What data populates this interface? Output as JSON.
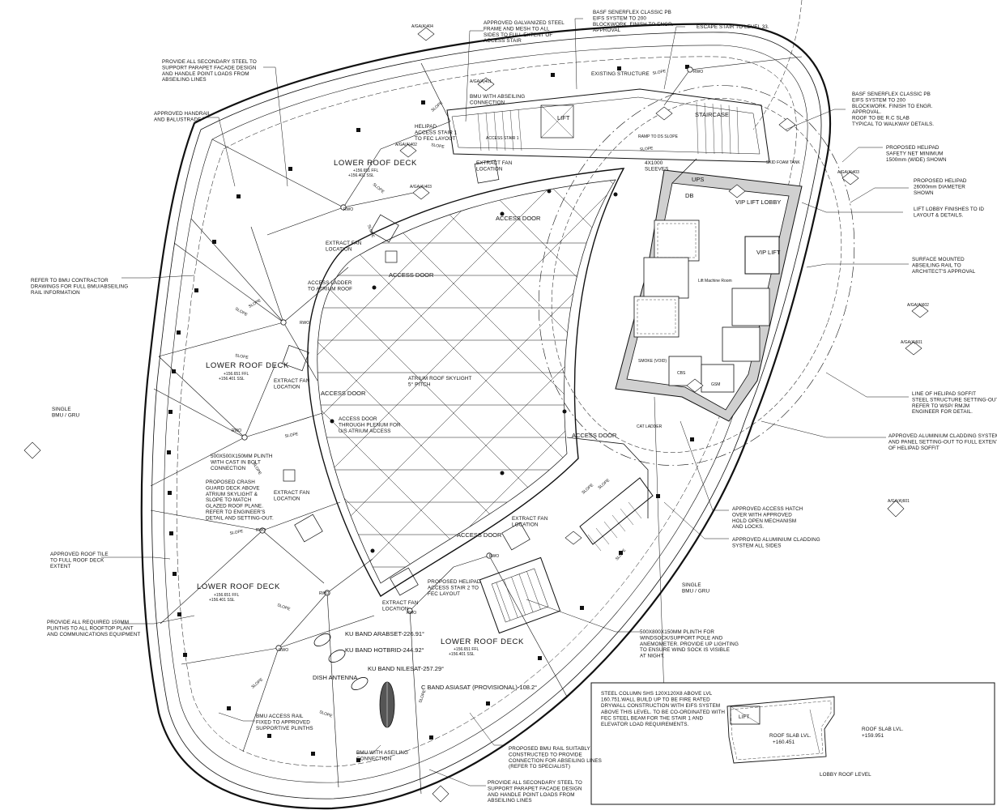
{
  "notes_left": [
    {
      "lines": [
        "PROVIDE ALL SECONDARY STEEL TO",
        "SUPPORT PARAPET FACADE DESIGN",
        "AND HANDLE POINT LOADS FROM",
        "ABSEILING LINES"
      ]
    },
    {
      "lines": [
        "APPROVED HANDRAIL",
        "AND BALUSTRADE"
      ]
    },
    {
      "lines": [
        "REFER TO BMU CONTRACTOR",
        "DRAWINGS FOR FULL BMU/ABSEILING",
        "RAIL INFORMATION"
      ]
    },
    {
      "lines": [
        "SINGLE",
        "BMU / GRU"
      ]
    },
    {
      "lines": [
        "APPROVED ROOF TILE",
        "TO FULL ROOF DECK",
        "EXTENT"
      ]
    },
    {
      "lines": [
        "PROVIDE ALL REQUIRED 150MM",
        "PLINTHS TO ALL ROOFTOP PLANT",
        "AND COMMUNICATIONS EQUIPMENT"
      ]
    }
  ],
  "notes_top": [
    {
      "lines": [
        "APPROVED GALVANIZED STEEL",
        "FRAME AND MESH TO ALL",
        "SIDES TO FULL EXTENT OF",
        "ACCESS STAIR"
      ]
    },
    {
      "lines": [
        "BASF SENERFLEX CLASSIC PB",
        "EIFS SYSTEM TO 200",
        "BLOCKWORK. FINISH TO ENGR.",
        "APPROVAL"
      ]
    },
    {
      "lines": [
        "ESCAPE STAIR TO LEVEL 33."
      ]
    }
  ],
  "notes_right": [
    {
      "lines": [
        "BASF SENERFLEX CLASSIC PB",
        "EIFS SYSTEM TO 200",
        "BLOCKWORK. FINISH TO ENGR.",
        "APPROVAL.",
        "ROOF TO BE R.C SLAB",
        "TYPICAL TO WALKWAY DETAILS."
      ]
    },
    {
      "lines": [
        "PROPOSED HELIPAD",
        "SAFETY NET MINIMUM",
        "1500mm (WIDE) SHOWN"
      ]
    },
    {
      "lines": [
        "PROPOSED HELIPAD",
        "26000mm DIAMETER",
        "SHOWN"
      ]
    },
    {
      "lines": [
        "LIFT LOBBY FINISHES TO ID",
        "LAYOUT & DETAILS."
      ]
    },
    {
      "lines": [
        "SURFACE MOUNTED",
        "ABSEILING RAIL TO",
        "ARCHITECT'S APPROVAL"
      ]
    },
    {
      "lines": [
        "LINE OF HELIPAD SOFFIT",
        "STEEL STRUCTURE SETTING-OUT.",
        "REFER TO WSP/ RMJM",
        "ENGINEER FOR DETAIL."
      ]
    },
    {
      "lines": [
        "APPROVED ALUMINIUM CLADDING SYSTEM",
        "AND PANEL SETTING-OUT TO FULL EXTENT",
        "OF HELIPAD SOFFIT"
      ]
    },
    {
      "lines": [
        "APPROVED ACCESS HATCH",
        "OVER WITH APPROVED",
        "HOLD OPEN MECHANISM",
        "AND LOCKS."
      ]
    },
    {
      "lines": [
        "APPROVED ALUMINIUM CLADDING",
        "SYSTEM ALL SIDES"
      ]
    },
    {
      "lines": [
        "SINGLE",
        "BMU / GRU"
      ]
    },
    {
      "lines": [
        "500X800X150MM PLINTH FOR",
        "WINDSOCK/SUPPORT POLE AND",
        "ANEMOMETER. PROVIDE UP LIGHTING",
        "TO ENSURE WIND SOCK IS VISIBLE",
        "AT NIGHT."
      ]
    }
  ],
  "notes_bottom": [
    {
      "lines": [
        "BMU ACCESS RAIL",
        "FIXED TO APPROVED",
        "SUPPORTIVE PLINTHS"
      ]
    },
    {
      "lines": [
        "BMU WITH ASEILING",
        "CONNECTION"
      ]
    },
    {
      "lines": [
        "PROPOSED BMU RAIL SUITABLY",
        "CONSTRUCTED TO PROVIDE",
        "CONNECTION FOR ABSEILING LINES",
        "(REFER TO SPECIALIST)"
      ]
    },
    {
      "lines": [
        "PROVIDE ALL SECONDARY STEEL TO",
        "SUPPORT PARAPET FACADE DESIGN",
        "AND HANDLE POINT LOADS FROM",
        "ABSEILING LINES"
      ]
    }
  ],
  "inner_notes": [
    {
      "lines": [
        "BMU WITH ABSEILING",
        "CONNECTION"
      ]
    },
    {
      "lines": [
        "HELIPAD",
        "ACCESS STAIR 1",
        "TO FEC LAYOUT"
      ]
    },
    {
      "lines": [
        "EXISTING STRUCTURE"
      ]
    },
    {
      "lines": [
        "EXTRACT FAN",
        "LOCATION"
      ]
    },
    {
      "lines": [
        "ACCESS LADDER",
        "TO ATRIUM ROOF"
      ]
    },
    {
      "lines": [
        "EXTRACT FAN",
        "LOCATION"
      ]
    },
    {
      "lines": [
        "EXTRACT FAN",
        "LOCATION"
      ]
    },
    {
      "lines": [
        "500X500X150MM PLINTH",
        "WITH CAST IN BOLT",
        "CONNECTION"
      ]
    },
    {
      "lines": [
        "PROPOSED CRASH",
        "GUARD DECK ABOVE",
        "ATRIUM SKYLIGHT &",
        "SLOPE TO MATCH",
        "GLAZED ROOF PLANE.",
        "REFER TO ENGINEER'S",
        "DETAIL AND SETTING-OUT."
      ]
    },
    {
      "lines": [
        "EXTRACT FAN",
        "LOCATION"
      ]
    },
    {
      "lines": [
        "EXTRACT FAN",
        "LOCATION"
      ]
    },
    {
      "lines": [
        "EXTRACT FAN",
        "LOCATION"
      ]
    },
    {
      "lines": [
        "PROPOSED HELIPAD",
        "ACCESS STAIR 2 TO",
        "FEC LAYOUT"
      ]
    },
    {
      "lines": [
        "ACCESS DOOR",
        "THROUGH PLENUM FOR",
        "U/S ATRIUM ACCESS"
      ]
    },
    {
      "lines": [
        "ATRIUM ROOF SKYLIGHT",
        "5° PITCH"
      ]
    },
    {
      "lines": [
        "4X1000",
        "SLEEVES"
      ]
    }
  ],
  "deck_labels": [
    "LOWER ROOF DECK",
    "LOWER ROOF DECK",
    "LOWER ROOF DECK",
    "LOWER ROOF DECK"
  ],
  "levels": [
    {
      "ffl": "+156.651 FFL",
      "ssl": "+156.401 SSL"
    },
    {
      "ffl": "+156.651 FFL",
      "ssl": "+156.401 SSL"
    },
    {
      "ffl": "+156.651 FFL",
      "ssl": "+156.401 SSL"
    },
    {
      "ffl": "+156.651 FFL",
      "ssl": "+156.401 SSL"
    }
  ],
  "door_labels": [
    "ACCESS DOOR",
    "ACCESS DOOR",
    "ACCESS DOOR",
    "ACCESS DOOR",
    "ACCESS DOOR"
  ],
  "rwo_label": "RWO",
  "slope_label": "SLOPE",
  "rooms": [
    "UPS",
    "DB",
    "VIP LIFT LOBBY",
    "VIP LIFT",
    "Lift Machine Room",
    "SMOKE (VOID)",
    "CBS",
    "GSM",
    "CAT LADDER",
    "SKID FOAM TANK",
    "STAIRCASE",
    "LIFT",
    "ACCESS STAIR 1",
    "RAMP TO DS SLOPE"
  ],
  "dishes": [
    "KU BAND ARABSET-226.91°",
    "KU BAND HOTBRID-244.92°",
    "KU BAND NILESAT-257.29°",
    "C BAND ASIASAT (PROVISIONAL)-108.2°",
    "DISH ANTENNA"
  ],
  "lobby_panel": {
    "note": [
      "STEEL COLUMN SHS 120X120X8 ABOVE LVL",
      "160.751.WALL BUILD UP TO BE FIRE RATED",
      "DRYWALL CONSTRUCTION WITH EIFS SYSTEM",
      "ABOVE THIS LEVEL. TO BE CO-ORDINATED WITH",
      "FEC STEEL BEAM FOR THE STAIR 1 AND",
      "ELEVATOR LOAD REQUIREMENTS."
    ],
    "slab_left": "ROOF SLAB LVL.",
    "slab_left_val": "+160.451",
    "slab_right": "ROOF SLAB LVL.",
    "slab_right_val": "+159.951",
    "lift": "LIFT",
    "title": "LOBBY ROOF LEVEL"
  },
  "section_tags": [
    "A/GA(A)404",
    "A/GA(A)401",
    "A/GA(A)402",
    "A/GA(A)403",
    "A/GA(A)403",
    "A/GA(A)602",
    "A/GA(A)601",
    "A/GA(A)601"
  ]
}
